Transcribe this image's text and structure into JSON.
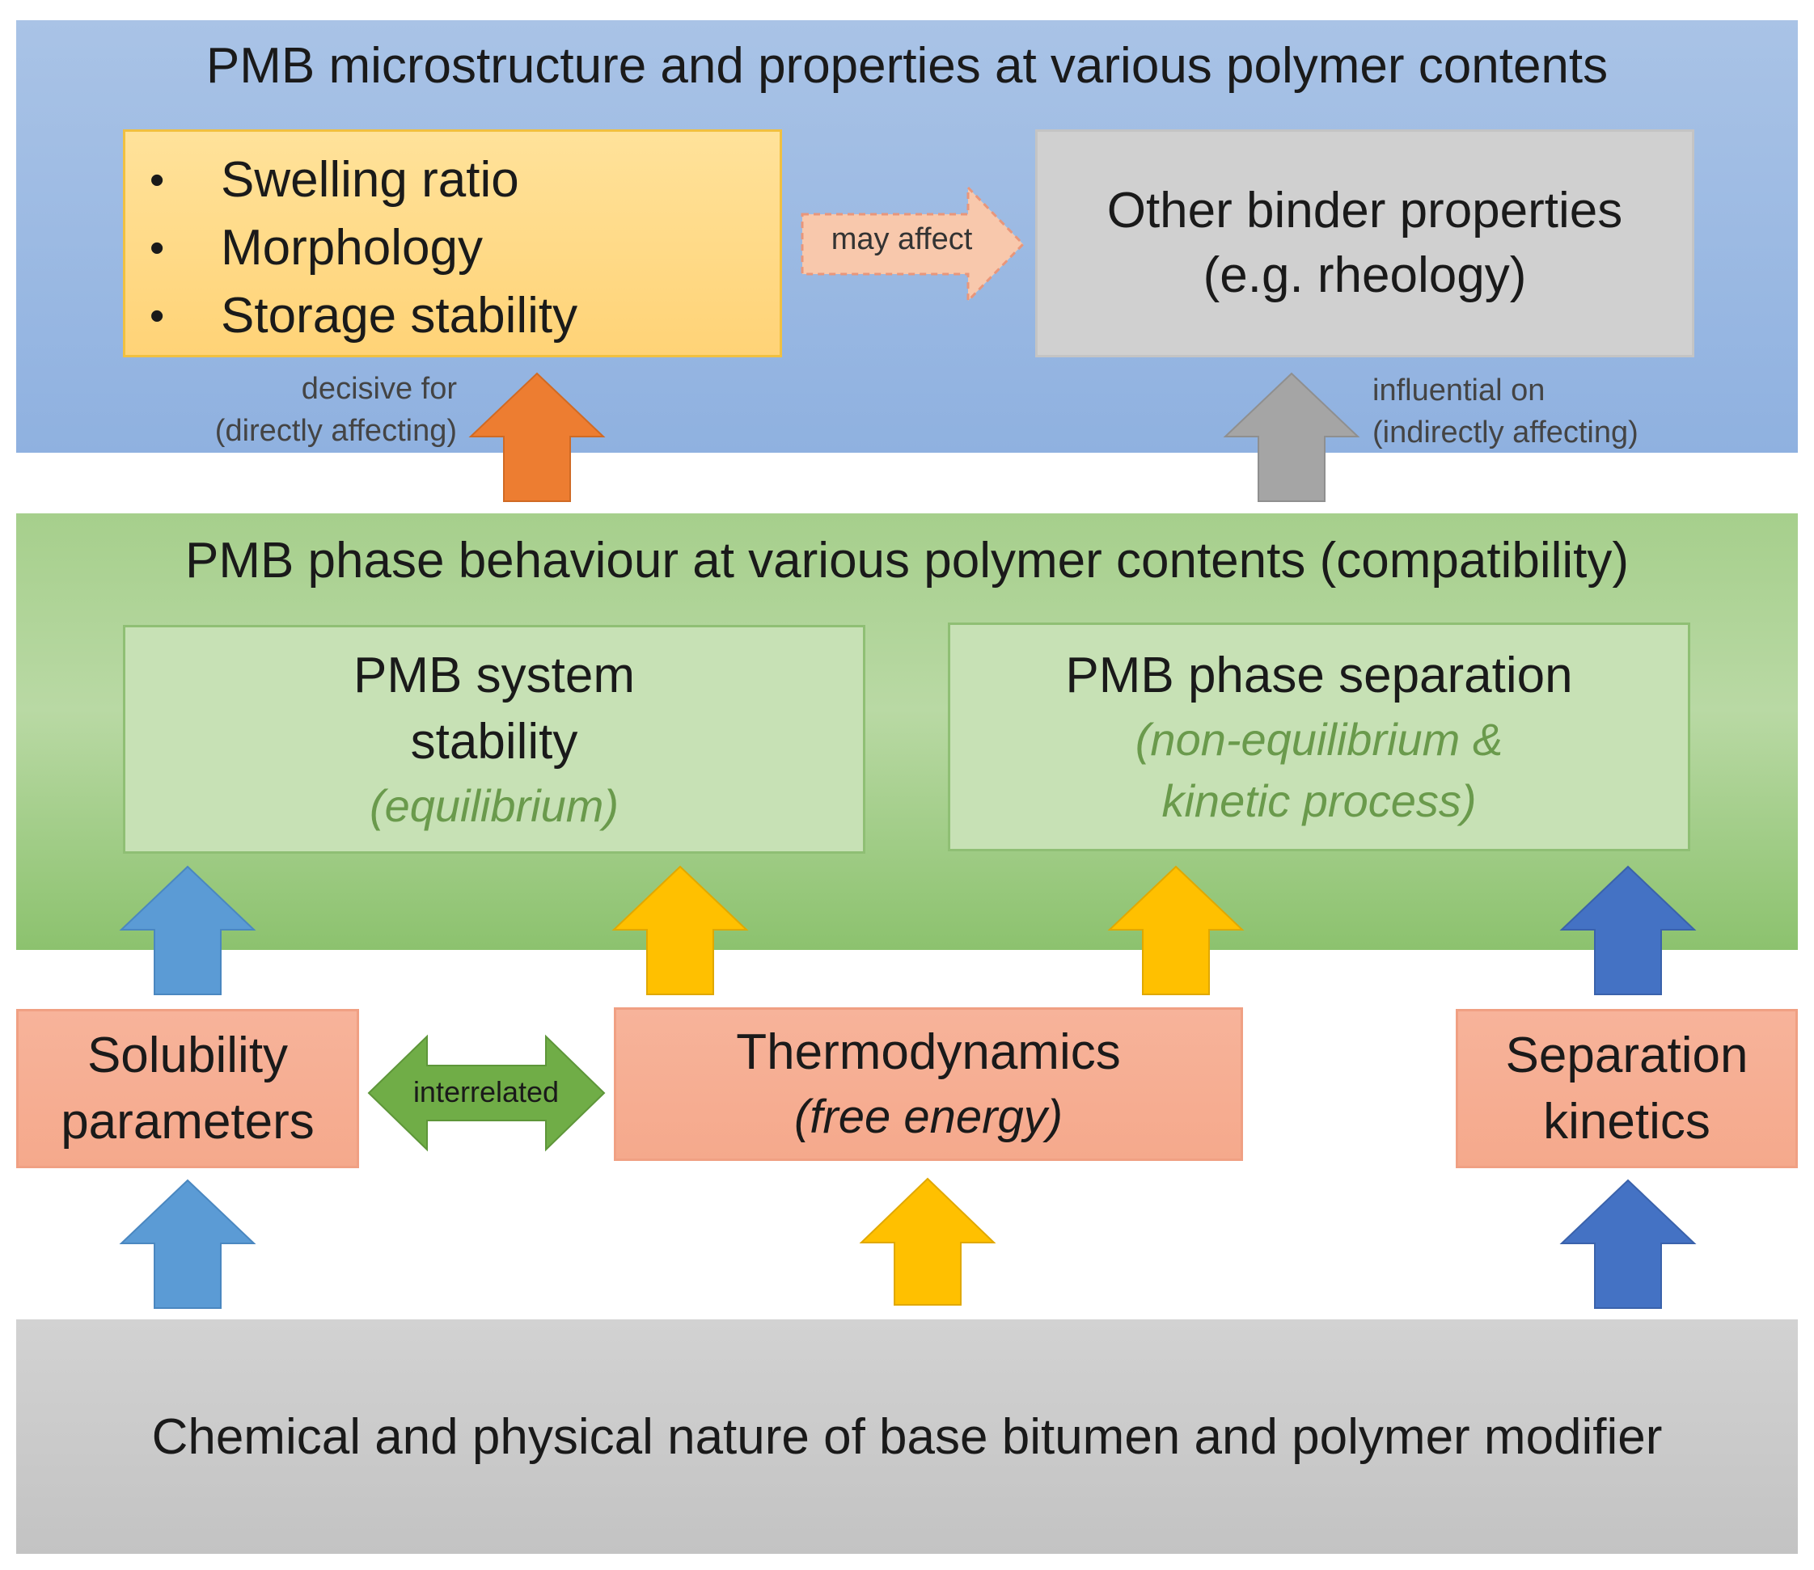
{
  "top_band": {
    "title": "PMB microstructure and properties at various polymer contents",
    "properties_list": [
      "Swelling ratio",
      "Morphology",
      "Storage stability"
    ],
    "other_box": {
      "line1": "Other binder properties",
      "line2": "(e.g. rheology)"
    },
    "may_affect_label": "may affect",
    "decisive_label": {
      "line1": "decisive for",
      "line2": "(directly affecting)"
    },
    "influential_label": {
      "line1": "influential on",
      "line2": "(indirectly affecting)"
    }
  },
  "middle_band": {
    "title": "PMB phase behaviour at various polymer contents (compatibility)",
    "stability_box": {
      "line1": "PMB system",
      "line2": "stability",
      "sub": "(equilibrium)"
    },
    "separation_box": {
      "line1": "PMB phase separation",
      "sub1": "(non-equilibrium &",
      "sub2": "kinetic process)"
    }
  },
  "factors": {
    "solubility": {
      "line1": "Solubility",
      "line2": "parameters"
    },
    "interrelated_label": "interrelated",
    "thermodynamics": {
      "line1": "Thermodynamics",
      "sub": "(free energy)"
    },
    "kinetics": {
      "line1": "Separation",
      "line2": "kinetics"
    }
  },
  "bottom_band": {
    "title": "Chemical and physical nature of base bitumen and polymer modifier"
  },
  "colors": {
    "top_band": "#9dbbe4",
    "middle_band": "#a6cf8c",
    "bottom_band": "#cccccc",
    "arrow_light_blue": "#5b9bd5",
    "arrow_dark_blue": "#4472c4",
    "arrow_yellow": "#ffc000",
    "arrow_orange": "#ed7d31",
    "arrow_grey": "#a5a5a5",
    "arrow_green": "#70ad47"
  }
}
